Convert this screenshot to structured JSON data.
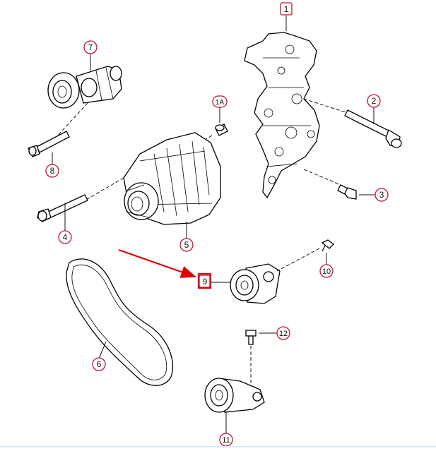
{
  "callouts": {
    "c1": "1",
    "c1A": "1A",
    "c2": "2",
    "c3": "3",
    "c4": "4",
    "c5": "5",
    "c6": "6",
    "c7": "7",
    "c8": "8",
    "c9": "9",
    "c10": "10",
    "c11": "11",
    "c12": "12"
  },
  "colors": {
    "callout_border": "#c8102e",
    "highlight_arrow": "#e00000",
    "line": "#000000"
  }
}
